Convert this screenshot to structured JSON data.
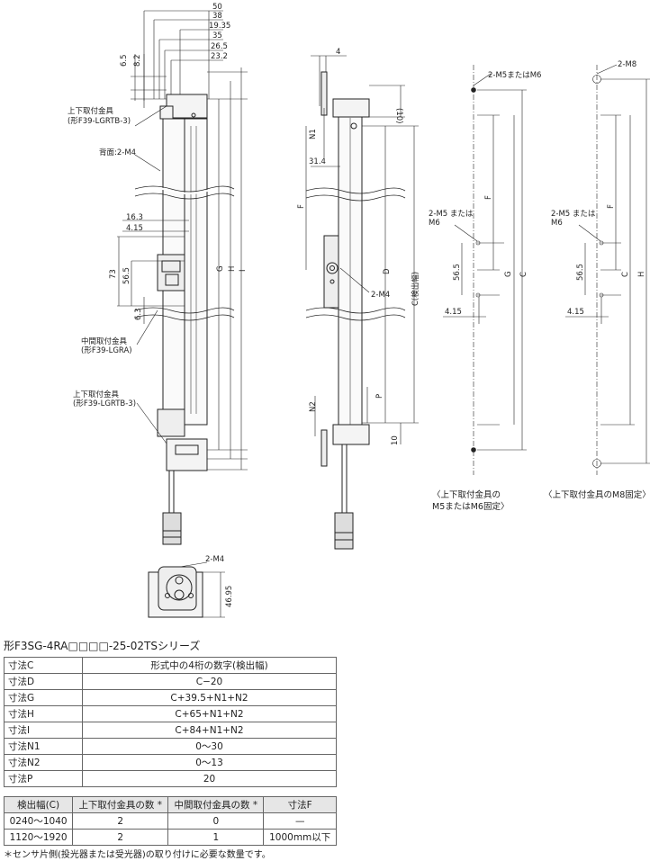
{
  "front_view": {
    "top_dims": [
      "50",
      "38",
      "19.35",
      "35",
      "26.5",
      "23.2"
    ],
    "left_dims": [
      "6.5",
      "8.2"
    ],
    "callouts": [
      "上下取付金具",
      "(形F39-LGRTB-3)",
      "背面:2-M4",
      "中間取付金具",
      "(形F39-LGRA)",
      "上下取付金具",
      "(形F39-LGRTB-3)"
    ],
    "mid_dims": [
      "16.3",
      "4.15",
      "73",
      "56.5",
      "6.3"
    ],
    "right_dims": [
      "G",
      "H",
      "I"
    ]
  },
  "bottom_view": {
    "hole_label": "2-M4",
    "height_dim": "46.95"
  },
  "side_view": {
    "top_dim": "4",
    "labels": [
      "(10)",
      "N1",
      "31.4",
      "F",
      "D",
      "C(検出幅)",
      "2-M4",
      "P",
      "N2",
      "10"
    ]
  },
  "m5_view": {
    "top_label": "2-M5またはM6",
    "side_label_1": "2-M5 または",
    "side_label_2": "M6",
    "dims": [
      "F",
      "G",
      "56.5",
      "C",
      "4.15"
    ],
    "caption_1": "〈上下取付金具の",
    "caption_2": "M5またはM6固定〉"
  },
  "m8_view": {
    "top_label": "2-M8",
    "side_label_1": "2-M5 または",
    "side_label_2": "M6",
    "dims": [
      "F",
      "C",
      "H",
      "56.5",
      "4.15"
    ],
    "caption": "〈上下取付金具のM8固定〉"
  },
  "series_title": "形F3SG-4RA□□□□-25-02TSシリーズ",
  "dimension_table": [
    {
      "key": "寸法C",
      "value": "形式中の4桁の数字(検出幅)"
    },
    {
      "key": "寸法D",
      "value": "C−20"
    },
    {
      "key": "寸法G",
      "value": "C+39.5+N1+N2"
    },
    {
      "key": "寸法H",
      "value": "C+65+N1+N2"
    },
    {
      "key": "寸法I",
      "value": "C+84+N1+N2"
    },
    {
      "key": "寸法N1",
      "value": "0〜30"
    },
    {
      "key": "寸法N2",
      "value": "0〜13"
    },
    {
      "key": "寸法P",
      "value": "20"
    }
  ],
  "mount_table": {
    "headers": [
      "検出幅(C)",
      "上下取付金具の数 *",
      "中間取付金具の数 *",
      "寸法F"
    ],
    "rows": [
      [
        "0240〜1040",
        "2",
        "0",
        "—"
      ],
      [
        "1120〜1920",
        "2",
        "1",
        "1000mm以下"
      ]
    ]
  },
  "footnote": "＊センサ片側(投光器または受光器)の取り付けに必要な数量です。"
}
